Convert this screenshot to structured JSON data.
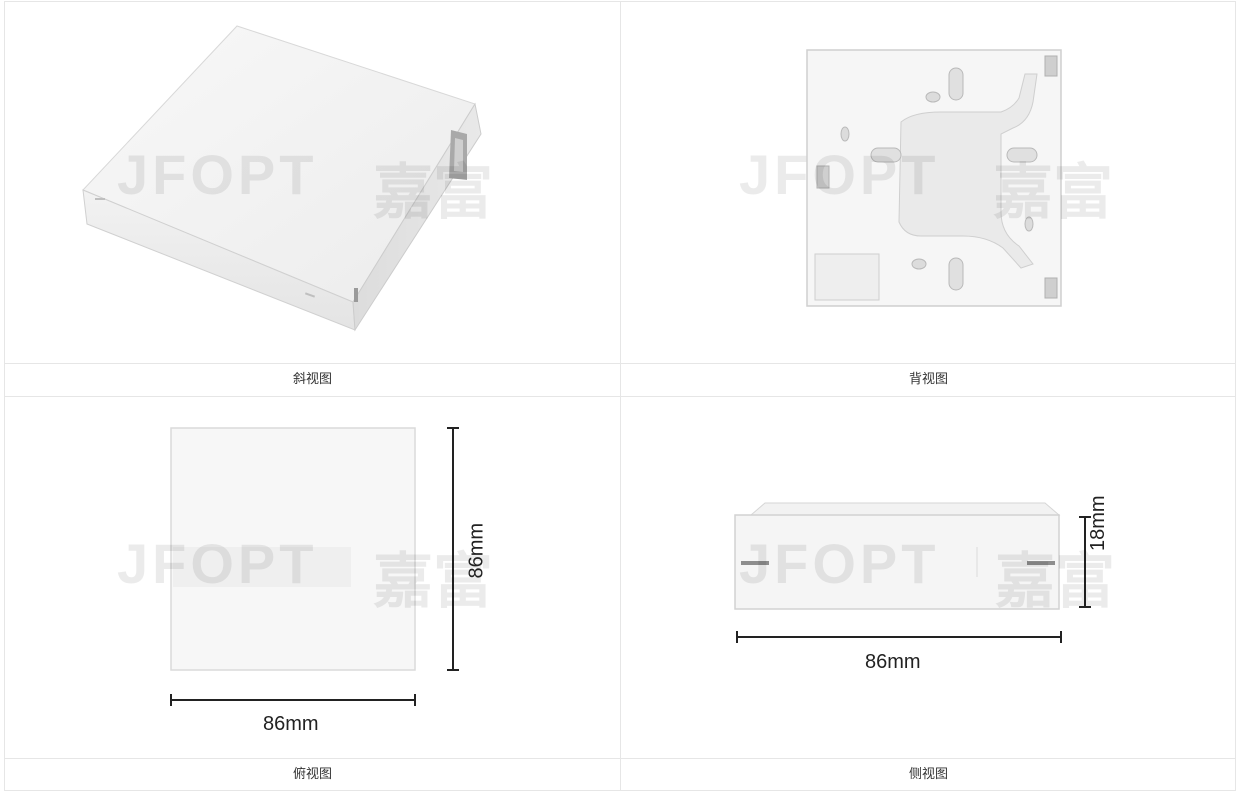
{
  "watermark": {
    "latin": "JFOPT",
    "cn": "嘉富"
  },
  "views": [
    {
      "caption": "斜视图"
    },
    {
      "caption": "背视图"
    },
    {
      "caption": "俯视图"
    },
    {
      "caption": "侧视图"
    }
  ],
  "dimensions": {
    "top_width": "86mm",
    "top_height": "86mm",
    "side_width": "86mm",
    "side_height": "18mm"
  }
}
